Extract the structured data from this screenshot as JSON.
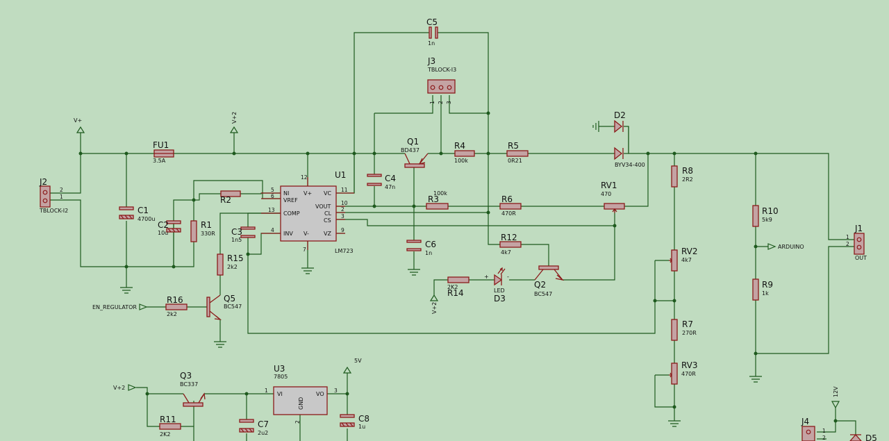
{
  "components": {
    "j2": {
      "ref": "J2",
      "value": "TBLOCK-I2",
      "pins": [
        "2",
        "1"
      ]
    },
    "c1": {
      "ref": "C1",
      "value": "4700u"
    },
    "c2": {
      "ref": "C2",
      "value": "10u"
    },
    "r1": {
      "ref": "R1",
      "value": "330R"
    },
    "r2": {
      "ref": "R2"
    },
    "fu1": {
      "ref": "FU1",
      "value": "3.5A"
    },
    "u1": {
      "ref": "U1",
      "value": "LM723",
      "pin_names": {
        "ni": "NI",
        "vref": "VREF",
        "comp": "COMP",
        "inv": "INV",
        "vplus": "V+",
        "vminus": "V-",
        "vc": "VC",
        "vout": "VOUT",
        "cl": "CL",
        "cs": "CS",
        "vz": "VZ"
      },
      "pin_numbers": {
        "ni": "5",
        "vref": "6",
        "comp": "13",
        "inv": "4",
        "vplus": "12",
        "vminus": "7",
        "vc": "11",
        "vout": "10",
        "cl": "2",
        "cs": "3",
        "vz": "9"
      }
    },
    "c3": {
      "ref": "C3",
      "value": "1n5"
    },
    "r15": {
      "ref": "R15",
      "value": "2k2"
    },
    "r16": {
      "ref": "R16",
      "value": "2k2"
    },
    "q5": {
      "ref": "Q5",
      "value": "BC547"
    },
    "c5": {
      "ref": "C5",
      "value": "1n"
    },
    "j3": {
      "ref": "J3",
      "value": "TBLOCK-I3",
      "pins": [
        "1",
        "2",
        "3"
      ]
    },
    "q1": {
      "ref": "Q1",
      "value": "BD437"
    },
    "c4": {
      "ref": "C4",
      "value": "47n"
    },
    "r4": {
      "ref": "R4",
      "value": "100k"
    },
    "r3": {
      "ref": "R3",
      "value": "100k"
    },
    "c6": {
      "ref": "C6",
      "value": "1n"
    },
    "r5": {
      "ref": "R5",
      "value": "0R21"
    },
    "r6": {
      "ref": "R6",
      "value": "470R"
    },
    "r12": {
      "ref": "R12",
      "value": "4k7"
    },
    "r14": {
      "ref": "R14",
      "value": "2K2"
    },
    "d3": {
      "ref": "D3",
      "value": "LED",
      "plus": "+",
      "minus": "-"
    },
    "q2": {
      "ref": "Q2",
      "value": "BC547"
    },
    "d2": {
      "ref": "D2",
      "value": "BYV34-400"
    },
    "rv1": {
      "ref": "RV1",
      "value": "470"
    },
    "r8": {
      "ref": "R8",
      "value": "2R2"
    },
    "rv2": {
      "ref": "RV2",
      "value": "4k7"
    },
    "r7": {
      "ref": "R7",
      "value": "270R"
    },
    "rv3": {
      "ref": "RV3",
      "value": "470R"
    },
    "r10": {
      "ref": "R10",
      "value": "5k9"
    },
    "r9": {
      "ref": "R9",
      "value": "1k"
    },
    "j1": {
      "ref": "J1",
      "value": "OUT",
      "pins": [
        "1",
        "2"
      ]
    },
    "q3": {
      "ref": "Q3",
      "value": "BC337"
    },
    "r11": {
      "ref": "R11",
      "value": "2K2"
    },
    "c7": {
      "ref": "C7",
      "value": "2u2"
    },
    "u3": {
      "ref": "U3",
      "value": "7805",
      "pin_names": {
        "vi": "VI",
        "vo": "VO",
        "gnd": "GND"
      },
      "pin_numbers": {
        "vi": "1",
        "vo": "3",
        "gnd": "2"
      }
    },
    "c8": {
      "ref": "C8",
      "value": "1u"
    },
    "j4": {
      "ref": "J4",
      "pins": [
        "1",
        "2"
      ]
    },
    "d5": {
      "ref": "D5"
    }
  },
  "net_labels": {
    "vplus": "V+",
    "vplus2_top": "V+2",
    "vplus2_led": "V+2",
    "vplus2_q3": "V+2",
    "five_v": "5V",
    "twelve_v": "12V",
    "en_regulator": "EN_REGULATOR",
    "arduino": "ARDUINO"
  },
  "colors": {
    "background": "#c0dcc0",
    "wire": "#1e5a1e",
    "component": "#8b1a1a",
    "component_fill": "#c4a3a3",
    "ic_fill": "#c8c8c8"
  }
}
